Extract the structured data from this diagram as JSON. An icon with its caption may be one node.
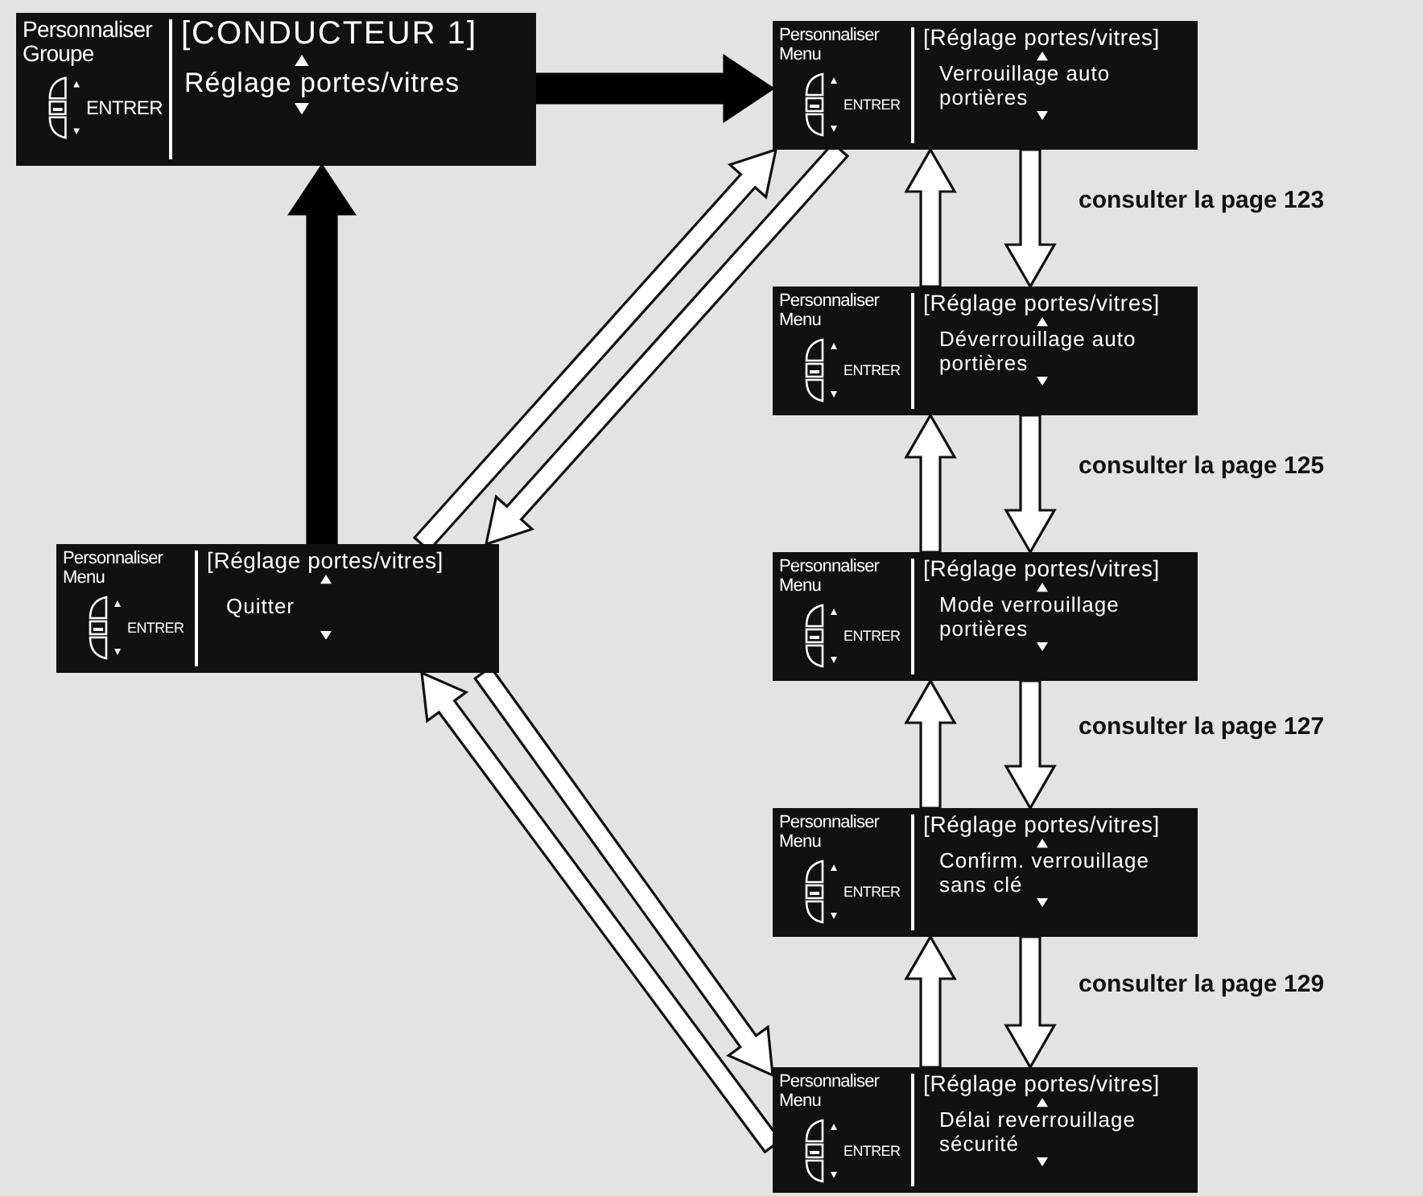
{
  "diagram": {
    "nodes": [
      {
        "text": [
          "Personnaliser Groupe",
          "ENTRER",
          "[CONDUCTEUR 1]",
          "Réglage portes/vitres"
        ]
      },
      {
        "text": [
          "Personnaliser Menu",
          "ENTRER",
          "[Réglage portes/vitres]",
          "Verrouillage auto portières"
        ]
      },
      {
        "text": [
          "Personnaliser Menu",
          "ENTRER",
          "[Réglage portes/vitres]",
          "Déverrouillage auto portières"
        ]
      },
      {
        "text": [
          "Personnaliser Menu",
          "ENTRER",
          "[Réglage portes/vitres]",
          "Mode verrouillage portières"
        ]
      },
      {
        "text": [
          "Personnaliser Menu",
          "ENTRER",
          "[Réglage portes/vitres]",
          "Confirm. verrouillage sans clé"
        ]
      },
      {
        "text": [
          "Personnaliser Menu",
          "ENTRER",
          "[Réglage portes/vitres]",
          "Délai reverrouillage sécurité"
        ]
      },
      {
        "text": [
          "Personnaliser Menu",
          "ENTRER",
          "[Réglage portes/vitres]",
          "Quitter"
        ]
      }
    ],
    "edges": [
      {
        "from": 0,
        "to": 1,
        "arrow": "to",
        "style": "thick",
        "color": "#000000"
      },
      {
        "from": 6,
        "to": 0,
        "arrow": "to",
        "style": "thick",
        "color": "#000000"
      },
      {
        "from": 6,
        "to": 1,
        "arrow": "to"
      },
      {
        "from": 1,
        "to": 6,
        "arrow": "to"
      },
      {
        "from": 2,
        "to": 1,
        "arrow": "to"
      },
      {
        "from": 1,
        "to": 2,
        "arrow": "to",
        "label": "consulter la page 123"
      },
      {
        "from": 3,
        "to": 2,
        "arrow": "to"
      },
      {
        "from": 2,
        "to": 3,
        "arrow": "to",
        "label": "consulter la page 125"
      },
      {
        "from": 4,
        "to": 3,
        "arrow": "to"
      },
      {
        "from": 3,
        "to": 4,
        "arrow": "to",
        "label": "consulter la page 127"
      },
      {
        "from": 5,
        "to": 4,
        "arrow": "to"
      },
      {
        "from": 4,
        "to": 5,
        "arrow": "to",
        "label": "consulter la page 129"
      },
      {
        "from": 6,
        "to": 5,
        "arrow": "to"
      },
      {
        "from": 5,
        "to": 6,
        "arrow": "to"
      }
    ]
  }
}
